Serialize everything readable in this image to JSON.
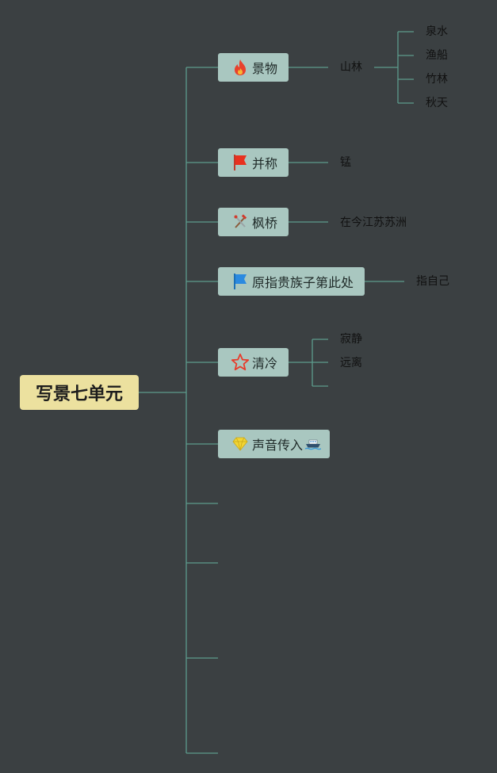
{
  "root": {
    "label": "写景七单元"
  },
  "topics": [
    {
      "label": "景物",
      "icon": "fire-icon"
    },
    {
      "label": "并称",
      "icon": "red-flag-icon"
    },
    {
      "label": "枫桥",
      "icon": "tools-icon"
    },
    {
      "label": "原指贵族子第此处",
      "icon": "blue-flag-icon"
    },
    {
      "label": "清冷",
      "icon": "star-outline-icon"
    },
    {
      "label": "声音传入",
      "icon": "gem-icon",
      "trailing_icon": "ship-icon"
    }
  ],
  "jingwu": {
    "child": "山林",
    "grandchildren": [
      "泉水",
      "渔船",
      "竹林",
      "秋天"
    ]
  },
  "bingcheng": {
    "child": "锰"
  },
  "fengqiao": {
    "child": "在今江苏苏洲"
  },
  "yuanzhi": {
    "child": "指自己"
  },
  "qingleng": {
    "children": [
      "寂静",
      "远离"
    ]
  },
  "colors": {
    "background": "#3b4042",
    "connector": "#5c9b8c",
    "root_fill": "#ece19f",
    "topic_fill": "#a9c7c0"
  }
}
